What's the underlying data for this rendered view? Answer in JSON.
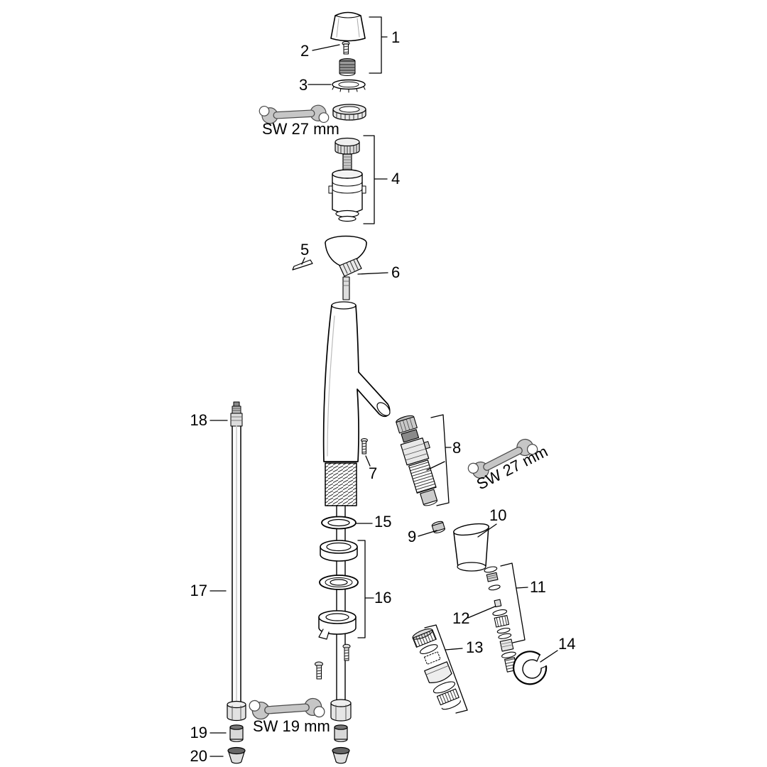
{
  "diagram": {
    "type": "exploded-parts-diagram",
    "subject": "single-lever basin mixer faucet spare parts",
    "background_color": "#ffffff",
    "line_color": "#000000",
    "part_labels": [
      "1",
      "2",
      "3",
      "4",
      "5",
      "6",
      "7",
      "8",
      "9",
      "10",
      "11",
      "12",
      "13",
      "14",
      "15",
      "16",
      "17",
      "18",
      "19",
      "20"
    ],
    "annotations": {
      "wrench_top_label": "SW 27 mm",
      "wrench_right_label": "SW 27 mm",
      "wrench_bottom_label": "SW 19 mm"
    },
    "tools": [
      {
        "name": "open-end-wrench",
        "size_label": "SW 27 mm"
      },
      {
        "name": "open-end-wrench",
        "size_label": "SW 27 mm"
      },
      {
        "name": "open-end-wrench",
        "size_label": "SW 19 mm"
      }
    ]
  }
}
